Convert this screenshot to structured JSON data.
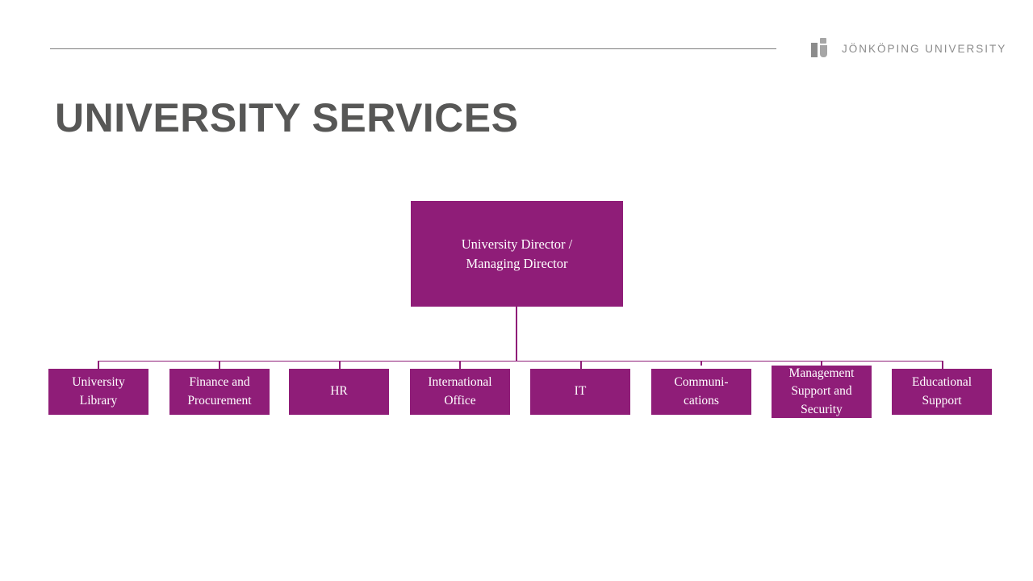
{
  "slide": {
    "title": "UNIVERSITY SERVICES",
    "background_color": "#ffffff",
    "title_color": "#575756",
    "rule_color": "#7f7f7f"
  },
  "brand": {
    "wordmark": "JÖNKÖPING UNIVERSITY",
    "mark_name": "jonkoping-university-j-mark",
    "color": "#8c8c8c"
  },
  "org_chart": {
    "accent_color": "#8f1d78",
    "text_color": "#ffffff",
    "root": {
      "id": "university-director",
      "label": "University Director /\nManaging Director"
    },
    "children": [
      {
        "id": "university-library",
        "label": "University\nLibrary"
      },
      {
        "id": "finance-and-procurement",
        "label": "Finance and\nProcurement"
      },
      {
        "id": "hr",
        "label": "HR"
      },
      {
        "id": "international-office",
        "label": "International\nOffice"
      },
      {
        "id": "it",
        "label": "IT"
      },
      {
        "id": "communications",
        "label": "Communi-\ncations"
      },
      {
        "id": "management-support-and-security",
        "label": "Management\nSupport and\nSecurity"
      },
      {
        "id": "educational-support",
        "label": "Educational\nSupport"
      }
    ]
  }
}
